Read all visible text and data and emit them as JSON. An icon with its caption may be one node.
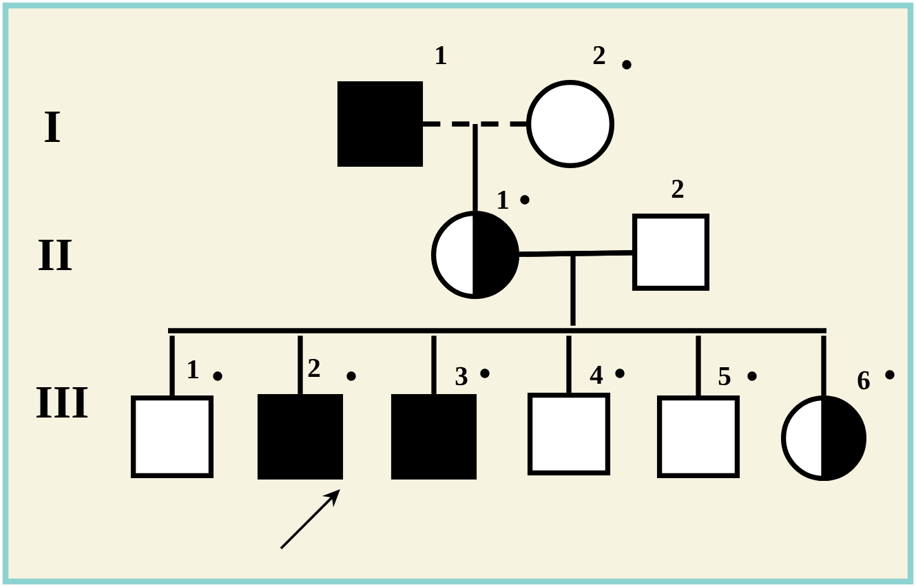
{
  "diagram": {
    "nodes": [
      {
        "text": [],
        "shape": "filled-box",
        "beside": [
          "1"
        ]
      },
      {
        "text": [],
        "shape": "circle",
        "beside": [
          "2",
          "•"
        ]
      },
      {
        "text": [],
        "shape": "half-filled-circle",
        "beside": [
          "1",
          "•"
        ]
      },
      {
        "text": [],
        "shape": "box",
        "beside": [
          "2"
        ]
      },
      {
        "text": [],
        "shape": "bar"
      },
      {
        "text": [],
        "shape": "box",
        "beside": [
          "1",
          "•"
        ]
      },
      {
        "text": [],
        "shape": "filled-box",
        "beside": [
          "2",
          "•"
        ]
      },
      {
        "text": [],
        "shape": "filled-box",
        "beside": [
          "3",
          "•"
        ]
      },
      {
        "text": [],
        "shape": "box",
        "beside": [
          "4",
          "•"
        ]
      },
      {
        "text": [],
        "shape": "box",
        "beside": [
          "5",
          "•"
        ]
      },
      {
        "text": [],
        "shape": "half-filled-circle",
        "beside": [
          "6",
          "•"
        ]
      }
    ],
    "edges": [
      {
        "from": 0,
        "to": 1,
        "arrow": "none",
        "style": "dashed"
      },
      {
        "from": 0,
        "to": 2,
        "arrow": "none"
      },
      {
        "from": 1,
        "to": 2,
        "arrow": "none"
      },
      {
        "from": 2,
        "to": 3,
        "arrow": "none"
      },
      {
        "from": 2,
        "to": 4,
        "arrow": "none"
      },
      {
        "from": 3,
        "to": 4,
        "arrow": "none"
      },
      {
        "from": 4,
        "to": 5,
        "arrow": "none"
      },
      {
        "from": 4,
        "to": 6,
        "arrow": "none"
      },
      {
        "from": 4,
        "to": 7,
        "arrow": "none"
      },
      {
        "from": 4,
        "to": 8,
        "arrow": "none"
      },
      {
        "from": 4,
        "to": 9,
        "arrow": "none"
      },
      {
        "from": 4,
        "to": 10,
        "arrow": "none"
      },
      {
        "from": null,
        "to": 6,
        "arrow": "to"
      }
    ],
    "labels": [
      "I",
      "II",
      "III"
    ]
  }
}
